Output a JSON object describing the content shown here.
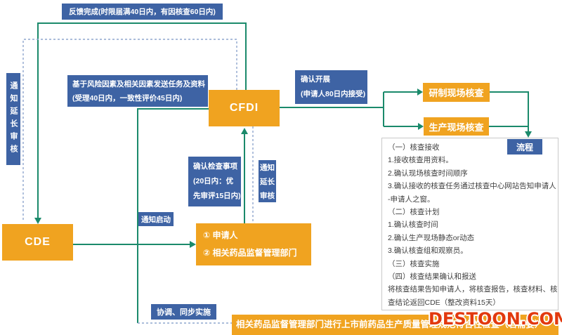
{
  "colors": {
    "blue": "#3e63a4",
    "orange": "#f0a320",
    "green": "#1b8a6b",
    "dashed": "#8ea6cd",
    "panel-border": "#c9c9c9",
    "panel-text": "#3f3f3f",
    "watermark": "#e2390e"
  },
  "boxes": {
    "feedback_done": "反馈完成(时限届满40日内，有因核查60日内)",
    "notify_extend_review_left": "通知延长审核",
    "risk_task": {
      "line1": "基于风险因素及相关因素发送任务及资料",
      "line2": "(受理40日内，一致性评价45日内)"
    },
    "cfdi": "CFDI",
    "confirm_launch": {
      "line1": "确认开展",
      "line2": "(申请人80日内接受)"
    },
    "dev_site_inspection": "研制现场核查",
    "prod_site_inspection": "生产现场核查",
    "process": "流程",
    "confirm_items": {
      "line1": "确认检查事项",
      "line2": "(20日内：优",
      "line3": "先审评15日内)"
    },
    "notify_extend_review_right": "通知延长审核",
    "notify_start": "通知启动",
    "cde": "CDE",
    "applicant": {
      "line1": "① 申请人",
      "line2": "② 相关药品监督管理部门"
    },
    "coordinate": "协调、同步实施",
    "bottom_banner": "相关药品监督管理部门进行上市前药品生产质量管理规范符合性检查（若需要）"
  },
  "procedure_panel": {
    "lines": [
      "（一）核查接收",
      "1.接收核查用资料。",
      "2.确认现场核查时间顺序",
      "3.确认接收的核查任务通过核查中心网站告知申请人",
      "-申请人之窗。",
      "（二）核查计划",
      "1.确认核查时间",
      "2.确认生产现场静态or动态",
      "3.确认核查组和观察员。",
      "（三）核查实施",
      "（四）核查结果确认和报送",
      "将核查结果告知申请人，将核查报告，核查材料、核",
      "查结论返回CDE（整改资料15天）"
    ]
  },
  "watermark": "DESTOON.COM"
}
